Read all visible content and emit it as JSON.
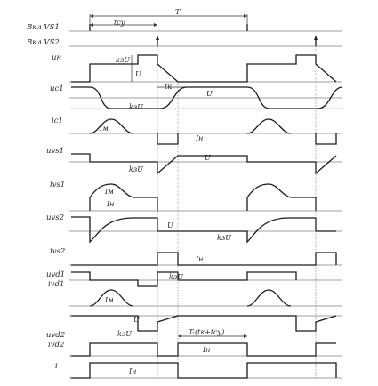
{
  "rows": [
    {
      "id": "vs1",
      "label": "Вкл VS1"
    },
    {
      "id": "vs2",
      "label": "Вкл VS2"
    },
    {
      "id": "un",
      "label": "uн"
    },
    {
      "id": "uc1",
      "label": "uc1"
    },
    {
      "id": "ic1",
      "label": "ic1"
    },
    {
      "id": "uvs1",
      "label": "uvs1"
    },
    {
      "id": "ivs1",
      "label": "ivs1"
    },
    {
      "id": "uvs2",
      "label": "uvs2"
    },
    {
      "id": "ivs2",
      "label": "ivs2"
    },
    {
      "id": "uvd1",
      "label": "uvd1"
    },
    {
      "id": "ivd1",
      "label": "ivd1"
    },
    {
      "id": "uvd2",
      "label": "uvd2"
    },
    {
      "id": "ivd2",
      "label": "ivd2"
    },
    {
      "id": "i",
      "label": "i"
    }
  ],
  "annotations": {
    "period": "T",
    "tcy": "tсу",
    "tk": "tк",
    "u": "U",
    "kzu": "kзU",
    "im": "Iм",
    "in": "Iн",
    "formula": "T-(tк+tсу)"
  }
}
